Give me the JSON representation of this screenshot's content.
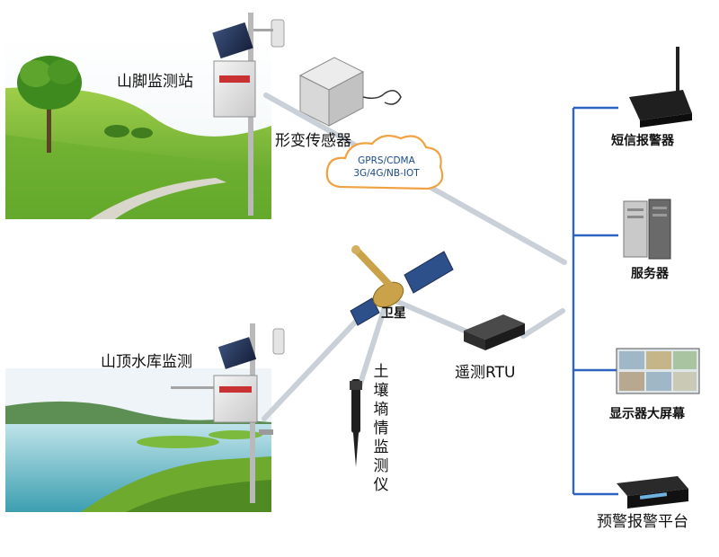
{
  "labels": {
    "mountain_foot_station": "山脚监测站",
    "deformation_sensor": "形变传感器",
    "satellite": "卫星",
    "reservoir_monitoring": "山顶水库监测",
    "soil_moisture_monitor": "土壤墒情监测仪",
    "telemetry_rtu": "遥测RTU"
  },
  "network": {
    "line1": "GPRS/CDMA",
    "line2": "3G/4G/NB-IOT"
  },
  "outputs": [
    {
      "label": "短信报警器"
    },
    {
      "label": "服务器"
    },
    {
      "label": "显示器大屏幕"
    },
    {
      "label": "预警报警平台"
    }
  ],
  "colors": {
    "bracket": "#2f63c2",
    "cloud_stroke": "#f0a242",
    "cloud_text": "#1a4c8c",
    "link": "#c9d0d8"
  }
}
